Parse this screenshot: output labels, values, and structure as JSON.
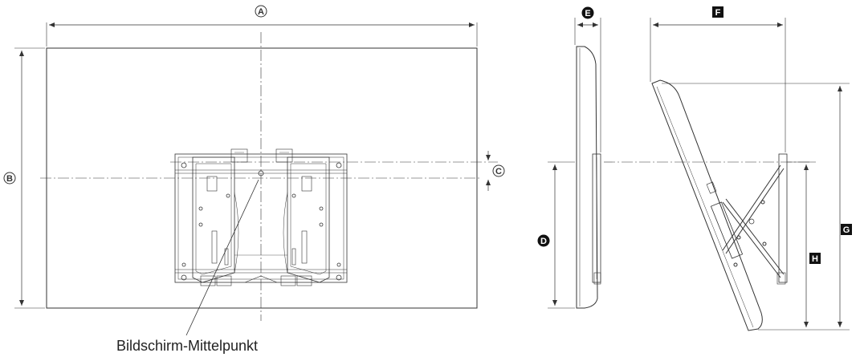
{
  "labels": {
    "A": "A",
    "B": "B",
    "C": "C",
    "D": "D",
    "E": "E",
    "F": "F",
    "G": "G",
    "H": "H"
  },
  "caption": "Bildschirm-Mittelpunkt"
}
